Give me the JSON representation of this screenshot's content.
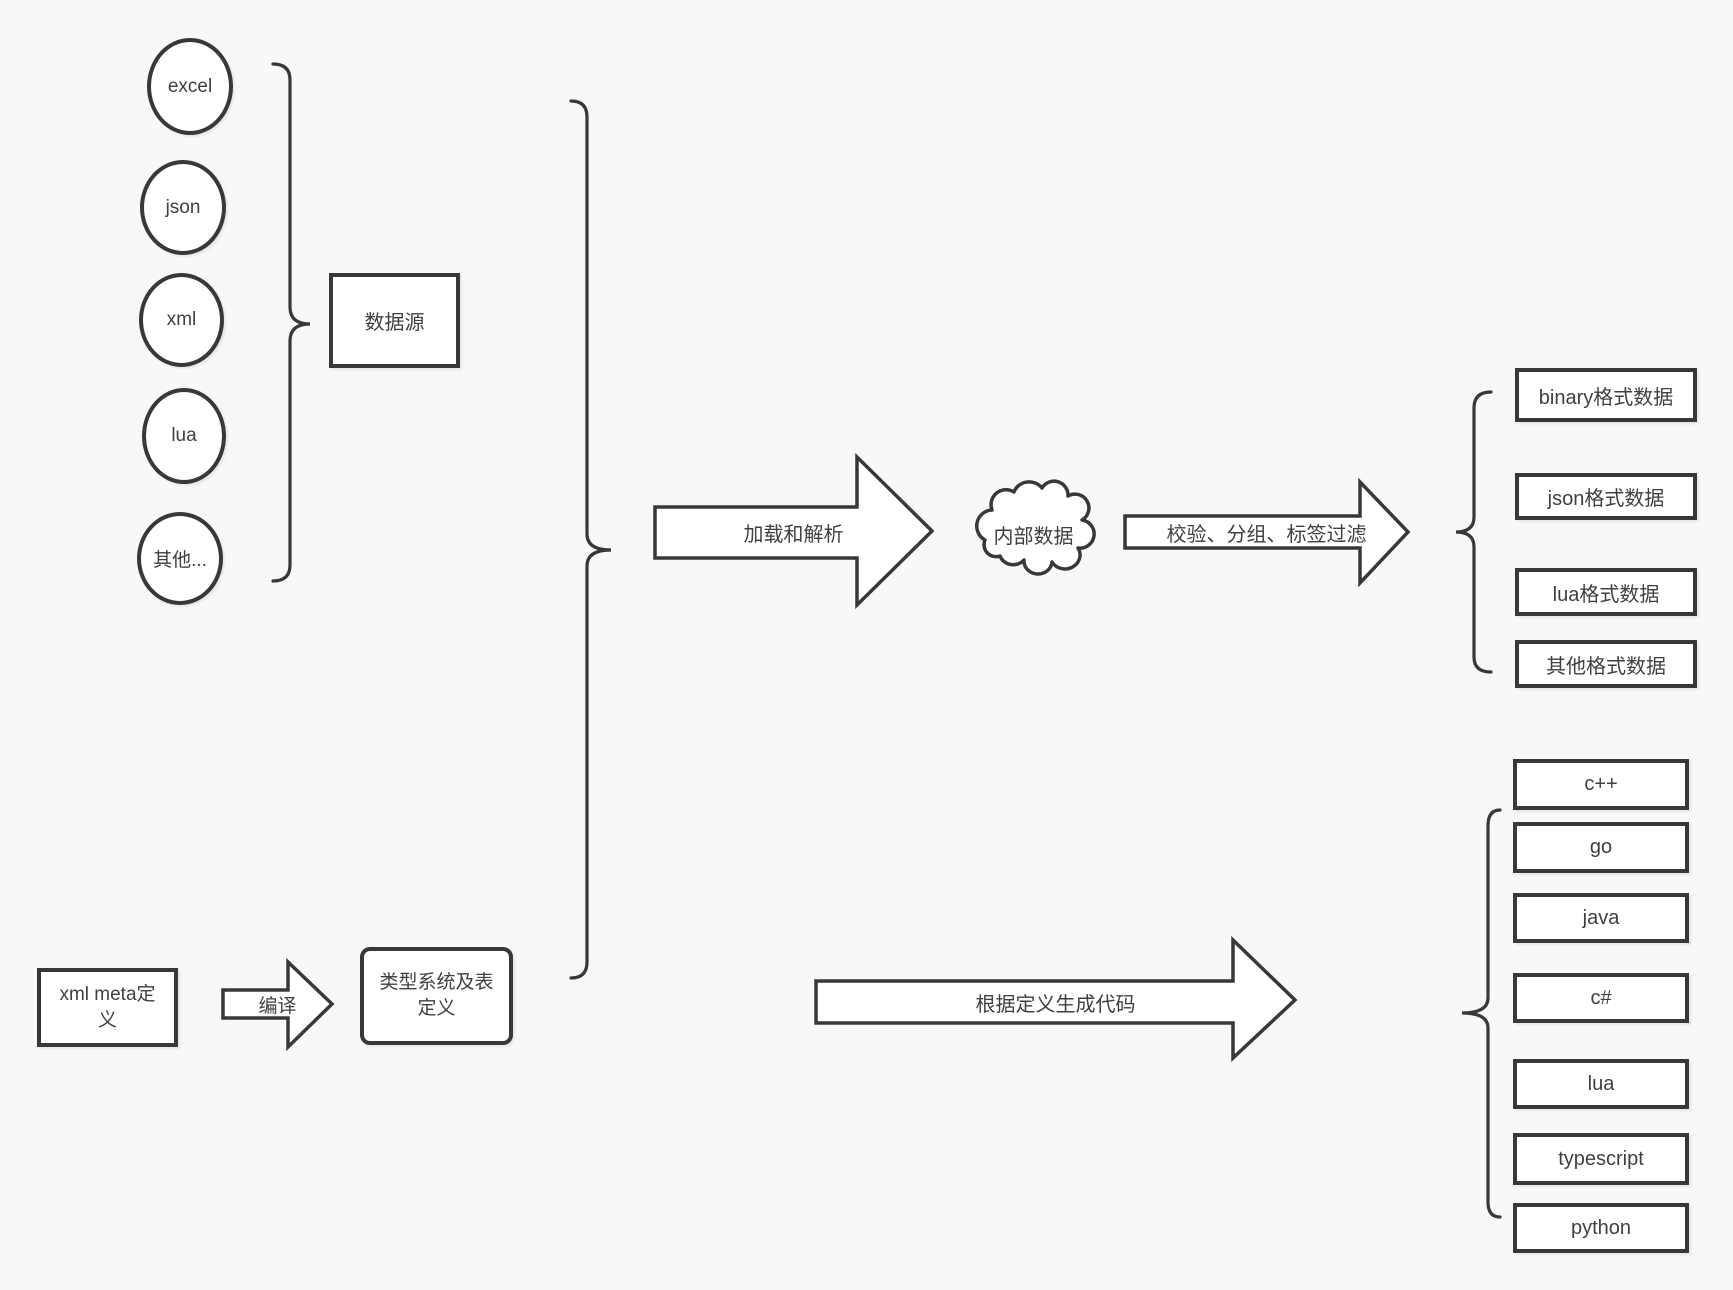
{
  "diagram": {
    "sources": [
      "excel",
      "json",
      "xml",
      "lua",
      "其他..."
    ],
    "source_group": {
      "label": "数据源"
    },
    "arrows": {
      "load": "加载和解析",
      "filter": "校验、分组、标签过滤",
      "compile": "编译",
      "codegen": "根据定义生成代码"
    },
    "internal_data": "内部数据",
    "data_formats": [
      "binary格式数据",
      "json格式数据",
      "lua格式数据",
      "其他格式数据"
    ],
    "meta_definition": "xml meta定义",
    "type_system": "类型系统及表定义",
    "languages": [
      "c++",
      "go",
      "java",
      "c#",
      "lua",
      "typescript",
      "python"
    ],
    "colors": {
      "background": "#f8f8f8",
      "stroke": "#383838",
      "shape_fill": "#ffffff",
      "text": "#404040"
    }
  }
}
